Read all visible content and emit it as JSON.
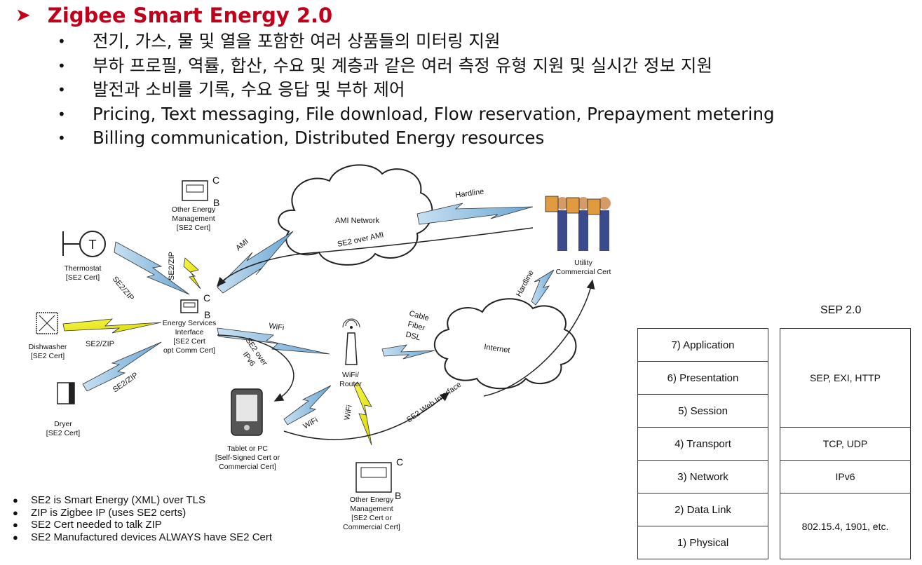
{
  "title": "Zigbee Smart Energy 2.0",
  "bullets": [
    "전기, 가스, 물 및 열을 포함한 여러 상품들의 미터링 지원",
    "부하 프로필, 역률, 합산, 수요 및 계층과 같은 여러 측정 유형 지원 및 실시간 정보 지원",
    "발전과 소비를 기록, 수요 응답 및 부하 제어",
    "Pricing, Text messaging, File download, Flow reservation, Prepayment metering",
    "Billing communication, Distributed Energy resources"
  ],
  "diagram": {
    "other_energy_top": [
      "Other Energy",
      "Management",
      "[SE2 Cert]"
    ],
    "other_energy_bottom": [
      "Other Energy",
      "Management",
      "[SE2 Cert or",
      "Commercial Cert]"
    ],
    "thermostat": [
      "Thermostat",
      "[SE2 Cert]"
    ],
    "thermostat_glyph": "T",
    "dishwasher": [
      "Dishwasher",
      "[SE2 Cert]"
    ],
    "dryer": [
      "Dryer",
      "[SE2 Cert]"
    ],
    "esi": [
      "Energy Services",
      "Interface",
      "[SE2 Cert",
      "opt Comm Cert]"
    ],
    "tablet": [
      "Tablet or PC",
      "[Self-Signed Cert or",
      "Commercial Cert]"
    ],
    "router": [
      "WiFi/",
      "Router"
    ],
    "utility": [
      "Utility",
      "Commercial Cert"
    ],
    "ami_network": "AMI Network",
    "se2_over_ami": "SE2 over AMI",
    "internet": "Internet",
    "cable": [
      "Cable",
      "Fiber",
      "DSL"
    ],
    "hardline": "Hardline",
    "ami": "AMI",
    "se2zip": "SE2/ZIP",
    "wifi": "WiFi",
    "se2_over_ipv6": [
      "SE2 over",
      "IPv6"
    ],
    "se2_web": "SE2 Web Interface",
    "letter_c": "C",
    "letter_b": "B"
  },
  "notes": [
    "SE2 is Smart Energy (XML) over TLS",
    "ZIP is Zigbee IP (uses SE2 certs)",
    "SE2 Cert needed to talk ZIP",
    "SE2 Manufactured devices ALWAYS have SE2 Cert"
  ],
  "osi_layers": [
    "7) Application",
    "6) Presentation",
    "5) Session",
    "4) Transport",
    "3) Network",
    "2) Data Link",
    "1) Physical"
  ],
  "sep": {
    "title": "SEP 2.0",
    "cells": [
      "SEP, EXI, HTTP",
      "TCP, UDP",
      "IPv6",
      "802.15.4, 1901, etc."
    ]
  },
  "colors": {
    "title": "#c0001a",
    "zigzag_yellow": "#e8e81a",
    "zigzag_blue": "#7ab0d8"
  }
}
